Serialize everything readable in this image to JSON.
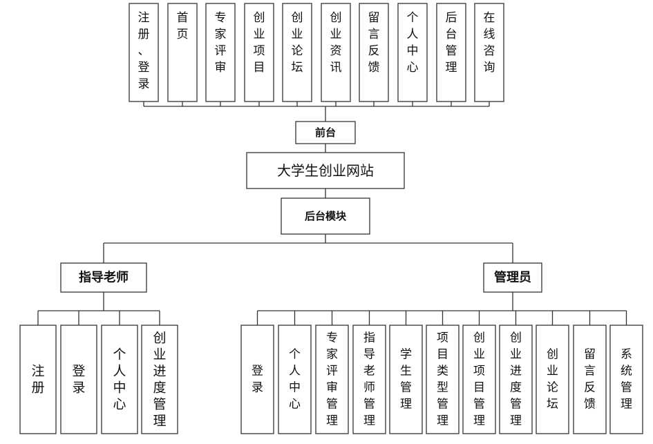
{
  "diagram": {
    "title": "大学生创业网站",
    "frontend": {
      "label": "前台",
      "modules": [
        "注册、登录",
        "首页",
        "专家评审",
        "创业项目",
        "创业论坛",
        "创业资讯",
        "留言反馈",
        "个人中心",
        "后台管理",
        "在线咨询"
      ]
    },
    "backend": {
      "label": "后台模块",
      "roles": [
        {
          "label": "指导老师",
          "modules": [
            "注册",
            "登录",
            "个人中心",
            "创业进度管理"
          ]
        },
        {
          "label": "管理员",
          "modules": [
            "登录",
            "个人中心",
            "专家评审管理",
            "指导老师管理",
            "学生管理",
            "项目类型管理",
            "创业项目管理",
            "创业进度管理",
            "创业论坛",
            "留言反馈",
            "系统管理"
          ]
        }
      ]
    }
  }
}
